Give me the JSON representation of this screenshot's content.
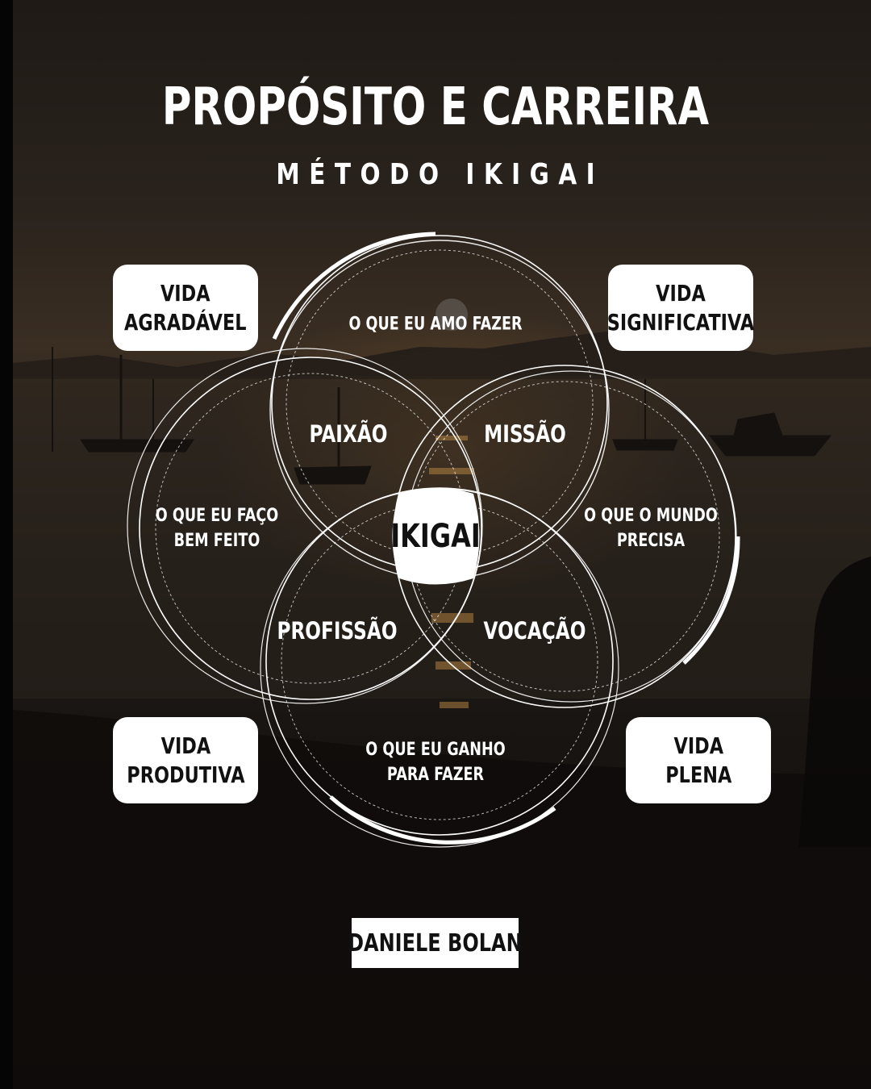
{
  "title": "PROPÓSITO E CARREIRA",
  "subtitle": "MÉTODO IKIGAI",
  "circles": {
    "top": "O QUE EU AMO FAZER",
    "left": "O QUE EU FAÇO\nBEM FEITO",
    "right": "O QUE O MUNDO\nPRECISA",
    "bottom": "O QUE EU GANHO\nPARA FAZER"
  },
  "overlaps": {
    "passion": "PAIXÃO",
    "mission": "MISSÃO",
    "profession": "PROFISSÃO",
    "vocation": "VOCAÇÃO"
  },
  "center_label": "IKIGAI",
  "corner_boxes": {
    "top_left": "VIDA\nAGRADÁVEL",
    "top_right": "VIDA\nSIGNIFICATIVA",
    "bottom_left": "VIDA\nPRODUTIVA",
    "bottom_right": "VIDA\nPLENA"
  },
  "author": "DANIELE BOLAN",
  "colors": {
    "line": "#ffffff",
    "box_bg": "#ffffff",
    "box_text": "#111111"
  }
}
